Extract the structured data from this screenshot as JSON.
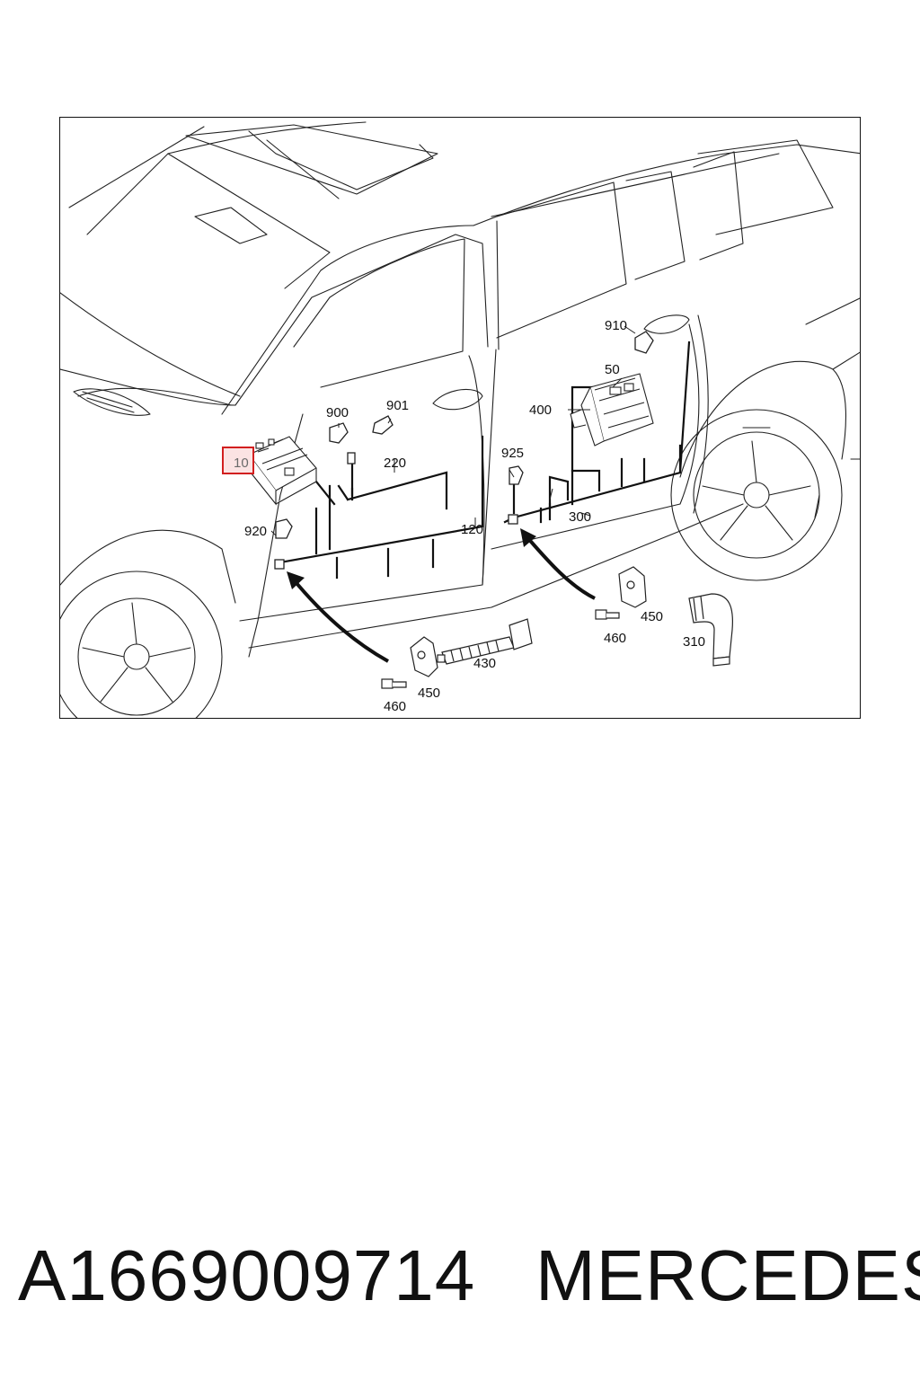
{
  "diagram": {
    "callouts": {
      "c10": "10",
      "c50": "50",
      "c120": "120",
      "c220": "220",
      "c300": "300",
      "c310": "310",
      "c400": "400",
      "c430": "430",
      "c450a": "450",
      "c450b": "450",
      "c460a": "460",
      "c460b": "460",
      "c900": "900",
      "c901": "901",
      "c910": "910",
      "c920": "920",
      "c925": "925"
    },
    "highlighted_callout": "10",
    "highlight_color": "#d21f1f"
  },
  "footer": {
    "part_number": "A1669009714",
    "brand": "MERCEDES"
  }
}
